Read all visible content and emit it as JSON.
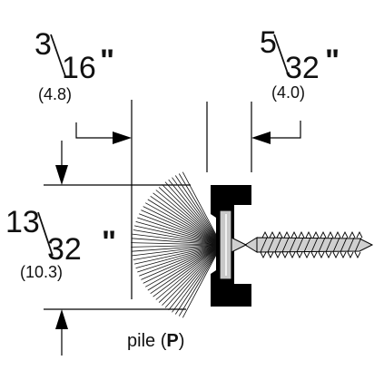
{
  "dimensions": {
    "pile_width": {
      "numerator": "3",
      "denominator": "16",
      "unit": "\"",
      "metric": "(4.8)"
    },
    "backing_width": {
      "numerator": "5",
      "denominator": "32",
      "unit": "\"",
      "metric": "(4.0)"
    },
    "height": {
      "numerator": "13",
      "denominator": "32",
      "unit": "\"",
      "metric": "(10.3)"
    }
  },
  "callout": {
    "prefix": "pile (",
    "letter": "P",
    "suffix": ")"
  },
  "colors": {
    "line": "#000000",
    "backing": "#000000",
    "insert": "#c8c8c8",
    "screw": "#cfcfcf"
  },
  "icons": [
    "dimension-arrow",
    "pile-brush",
    "carrier-backing",
    "mounting-screw"
  ]
}
